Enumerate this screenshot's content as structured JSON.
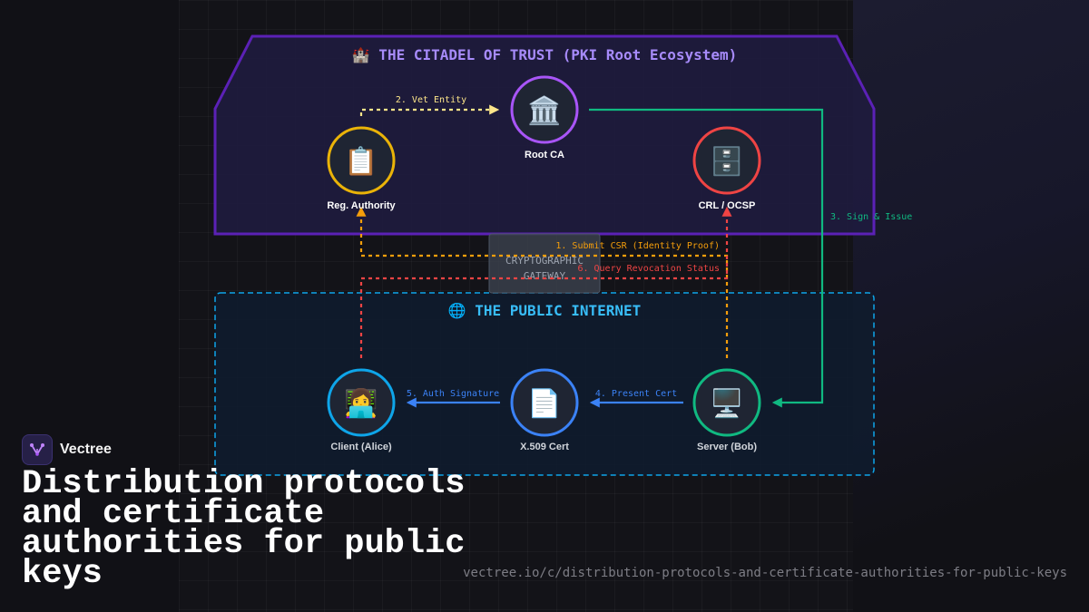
{
  "citadel": {
    "icon": "castle-icon",
    "title": "🏰 THE CITADEL OF TRUST (PKI Root Ecosystem)"
  },
  "gateway": {
    "line1": "CRYPTOGRAPHIC",
    "line2": "GATEWAY"
  },
  "internet": {
    "icon": "globe-icon",
    "title": "🌐 THE PUBLIC INTERNET"
  },
  "nodes": {
    "root_ca": {
      "label": "Root CA",
      "icon": "🏛️",
      "icon_name": "bank-building-icon",
      "color": "#a855f7"
    },
    "reg_authority": {
      "label": "Reg. Authority",
      "icon": "📋",
      "icon_name": "clipboard-icon",
      "color": "#eab308"
    },
    "crl_ocsp": {
      "label": "CRL / OCSP",
      "icon": "🗄️",
      "icon_name": "file-cabinet-icon",
      "color": "#ef4444"
    },
    "client": {
      "label": "Client (Alice)",
      "icon": "👩‍💻",
      "icon_name": "person-laptop-icon",
      "color": "#0ea5e9"
    },
    "cert": {
      "label": "X.509 Cert",
      "icon": "📄",
      "icon_name": "document-icon",
      "color": "#3b82f6"
    },
    "server": {
      "label": "Server (Bob)",
      "icon": "🖥️",
      "icon_name": "desktop-computer-icon",
      "color": "#10b981"
    }
  },
  "edges": {
    "submit_csr": "1. Submit CSR (Identity Proof)",
    "vet_entity": "2. Vet Entity",
    "sign_issue": "3. Sign & Issue",
    "present_cert": "4. Present Cert",
    "auth_signature": "5. Auth Signature",
    "query_revocation": "6. Query Revocation Status"
  },
  "colors": {
    "citadel_border": "#5b21b6",
    "internet_border": "#0ea5e9",
    "orange": "#f59e0b",
    "red": "#ef4444",
    "green": "#10b981",
    "blue": "#3b82f6",
    "yellow": "#fde68a"
  },
  "brand": {
    "name": "Vectree",
    "logo_icon": "vectree-logo-icon"
  },
  "page_title": "Distribution protocols and certificate authorities for public keys",
  "url": "vectree.io/c/distribution-protocols-and-certificate-authorities-for-public-keys"
}
